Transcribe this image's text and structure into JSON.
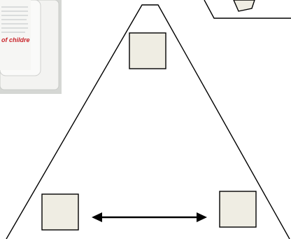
{
  "colors": {
    "background": "#ffffff",
    "stroke": "#000000",
    "square_fill": "#efede3",
    "photo_cap": "#f3f3f1",
    "photo_shadow": "#c9cbc8",
    "label_red": "#c8242a"
  },
  "photo": {
    "label_line_1": "of childre"
  },
  "diagram": {
    "shape": "triangle",
    "nodes": [
      "top-square",
      "bottom-left-square",
      "bottom-right-square"
    ],
    "connector": "double-headed-arrow"
  }
}
